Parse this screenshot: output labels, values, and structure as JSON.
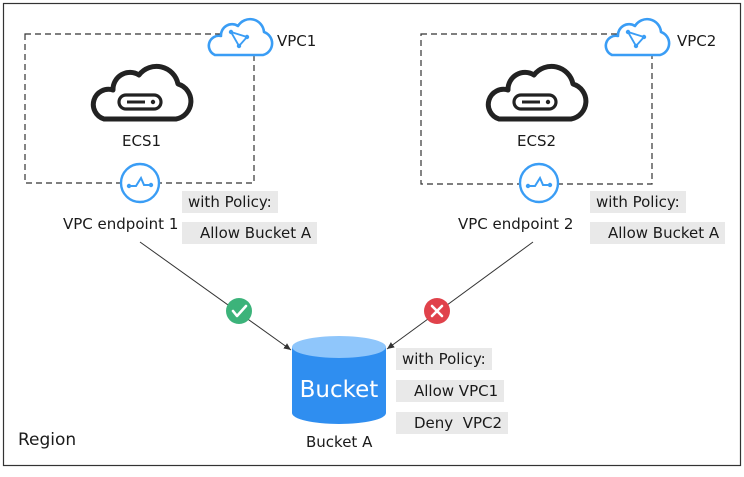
{
  "region_label": "Region",
  "vpc1": {
    "name": "VPC1",
    "server": "ECS1",
    "endpoint": "VPC endpoint 1",
    "policy_title": "with Policy:",
    "policy_rule": "Allow Bucket A"
  },
  "vpc2": {
    "name": "VPC2",
    "server": "ECS2",
    "endpoint": "VPC endpoint 2",
    "policy_title": "with Policy:",
    "policy_rule": "Allow Bucket A"
  },
  "bucket": {
    "icon_text": "Bucket",
    "name": "Bucket A",
    "policy_title": "with Policy:",
    "policy_rules": [
      "Allow VPC1",
      "Deny  VPC2"
    ]
  },
  "access_status": {
    "vpc1": "allowed",
    "vpc2": "denied"
  },
  "colors": {
    "frame": "#333333",
    "cloud": "#3a9df5",
    "server_icon": "#222222",
    "bucket_body": "#2f8ef0",
    "bucket_top": "#8fc6fb",
    "allow": "#3cb37a",
    "deny": "#e0424b",
    "policy_bg": "#e9e9e9"
  },
  "icons": {
    "cloud": "vpc-cloud-icon",
    "server": "ecs-server-icon",
    "endpoint": "vpc-endpoint-icon",
    "bucket": "bucket-icon",
    "allow": "check-icon",
    "deny": "close-icon"
  }
}
